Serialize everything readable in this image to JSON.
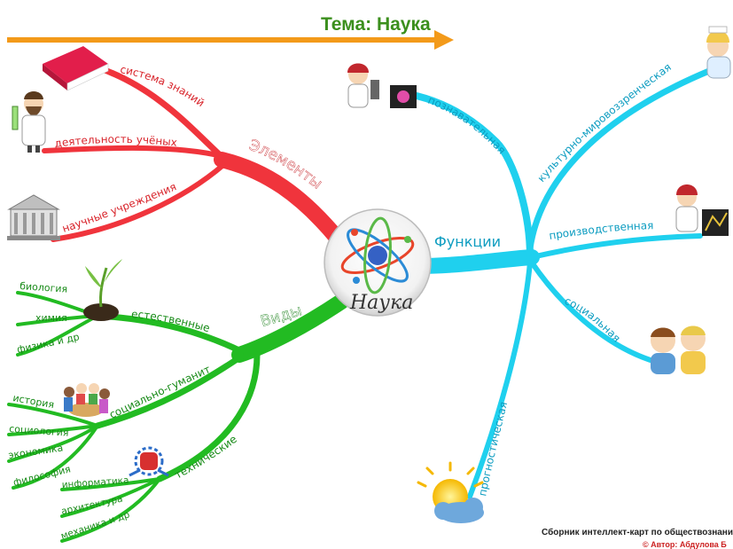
{
  "header": {
    "title": "Тема: Наука"
  },
  "center": {
    "label": "Наука"
  },
  "colors": {
    "red": "#f0343c",
    "cyan": "#1fd0ee",
    "green": "#22bb22",
    "orange": "#f39a1a",
    "title_green": "#3b8f1d"
  },
  "branches": {
    "elements": {
      "label": "Элементы",
      "children": [
        "система знаний",
        "деятельность учёных",
        "научные учреждения"
      ]
    },
    "functions": {
      "label": "Функции",
      "children": [
        "познавательная",
        "культурно-мировоззренческая",
        "производственная",
        "социальная",
        "прогностическая"
      ]
    },
    "types": {
      "label": "Виды",
      "natural": {
        "label": "естественные",
        "children": [
          "биология",
          "химия",
          "физика и др"
        ]
      },
      "social": {
        "label": "социально-гуманит",
        "children": [
          "история",
          "социология",
          "экономика",
          "философия"
        ]
      },
      "technical": {
        "label": "технические",
        "children": [
          "информатика",
          "архитектура",
          "механика и др"
        ]
      }
    }
  },
  "icons": [
    "book-icon",
    "scientist-icon",
    "building-icon",
    "microscope-doctor-icon",
    "nurse-icon",
    "lab-worker-icon",
    "children-icon",
    "sun-cloud-icon",
    "sprout-icon",
    "people-group-icon",
    "fist-gear-icon",
    "atom-icon"
  ],
  "footer": {
    "line1": "Сборник интеллект-карт по обществознани",
    "line2": "© Автор: Абдулова Б"
  }
}
